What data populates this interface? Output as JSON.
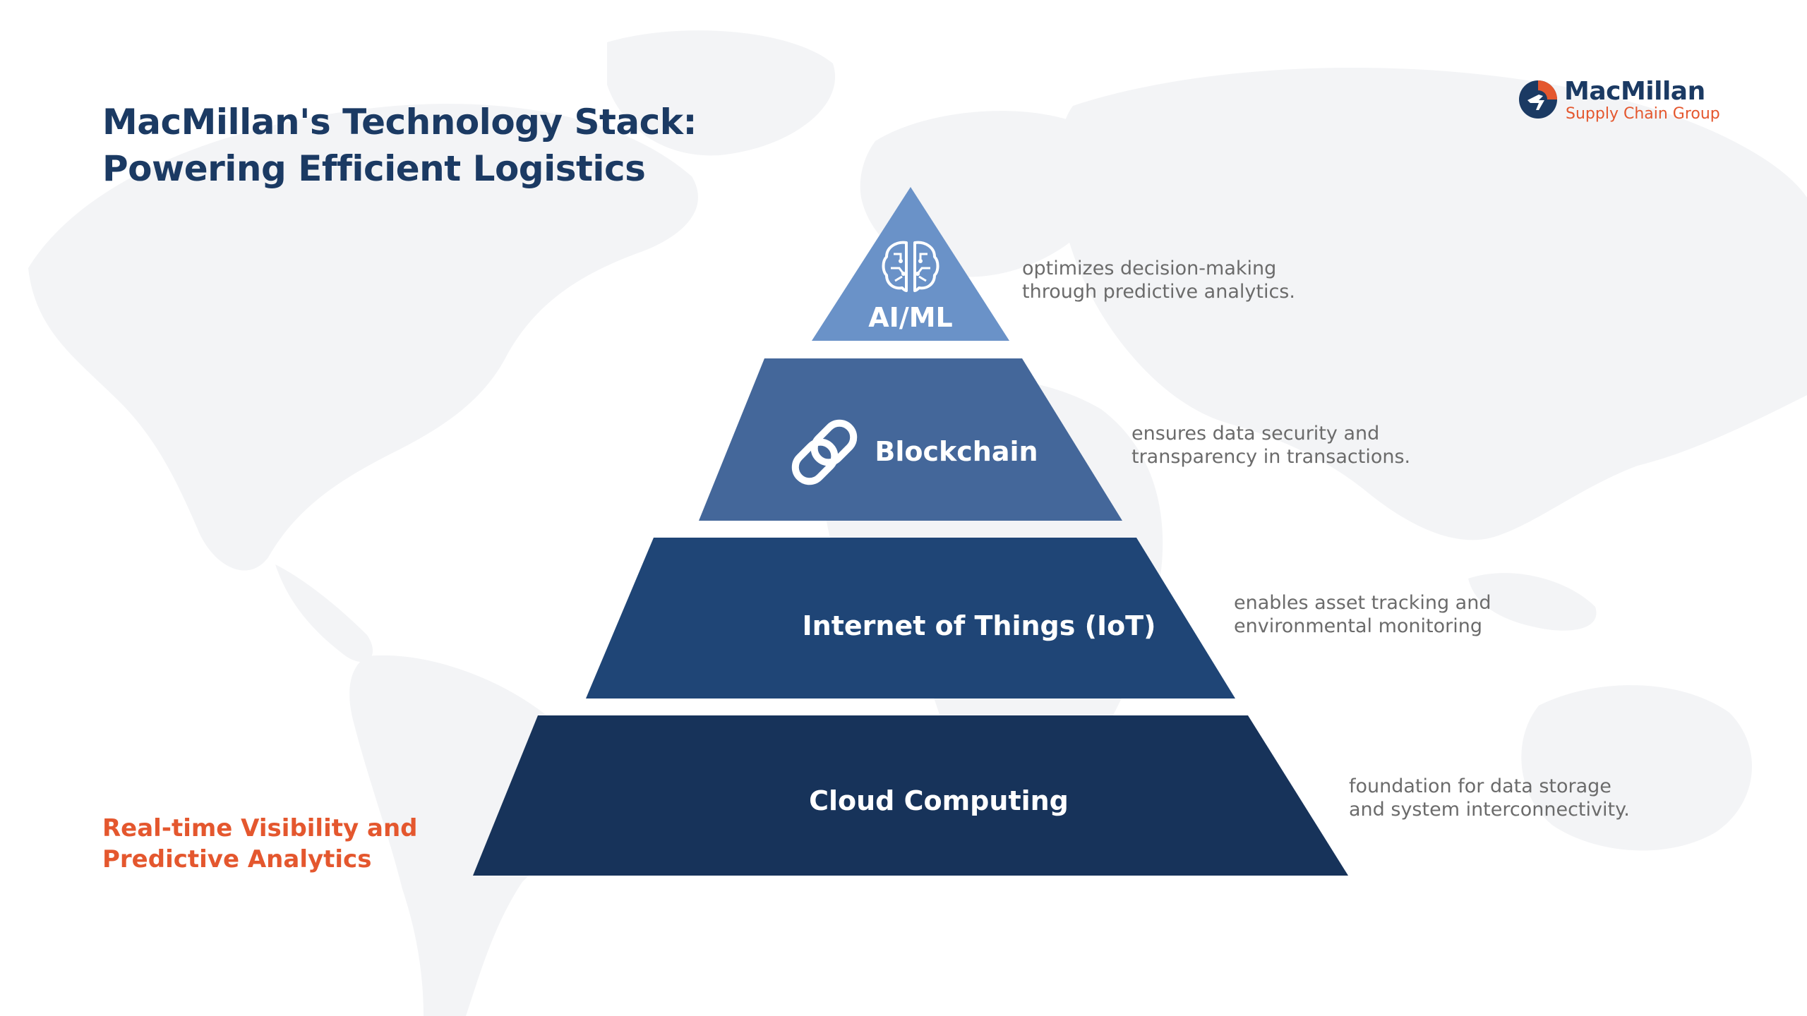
{
  "title": {
    "line1": "MacMillan's Technology Stack:",
    "line2": "Powering Efficient Logistics"
  },
  "tagline": {
    "line1": "Real-time Visibility and",
    "line2": "Predictive Analytics"
  },
  "logo": {
    "name": "MacMillan",
    "subtitle": "Supply Chain Group"
  },
  "pyramid": {
    "tiers": [
      {
        "label": "AI/ML",
        "icon": "brain-circuit-icon",
        "color": "#6a92c8",
        "description": [
          "optimizes decision-making",
          "through predictive analytics."
        ]
      },
      {
        "label": "Blockchain",
        "icon": "chain-link-icon",
        "color": "#44679a",
        "description": [
          "ensures data security and",
          "transparency in transactions."
        ]
      },
      {
        "label": "Internet of Things (IoT)",
        "icon": "",
        "color": "#1f4576",
        "description": [
          "enables asset tracking and",
          "environmental monitoring"
        ]
      },
      {
        "label": "Cloud Computing",
        "icon": "",
        "color": "#17335a",
        "description": [
          "foundation for data storage",
          "and system interconnectivity."
        ]
      }
    ]
  },
  "colors": {
    "title": "#1b3a63",
    "accent": "#e4572e",
    "description_text": "#6b6b6b",
    "map": "#f3f4f6"
  }
}
